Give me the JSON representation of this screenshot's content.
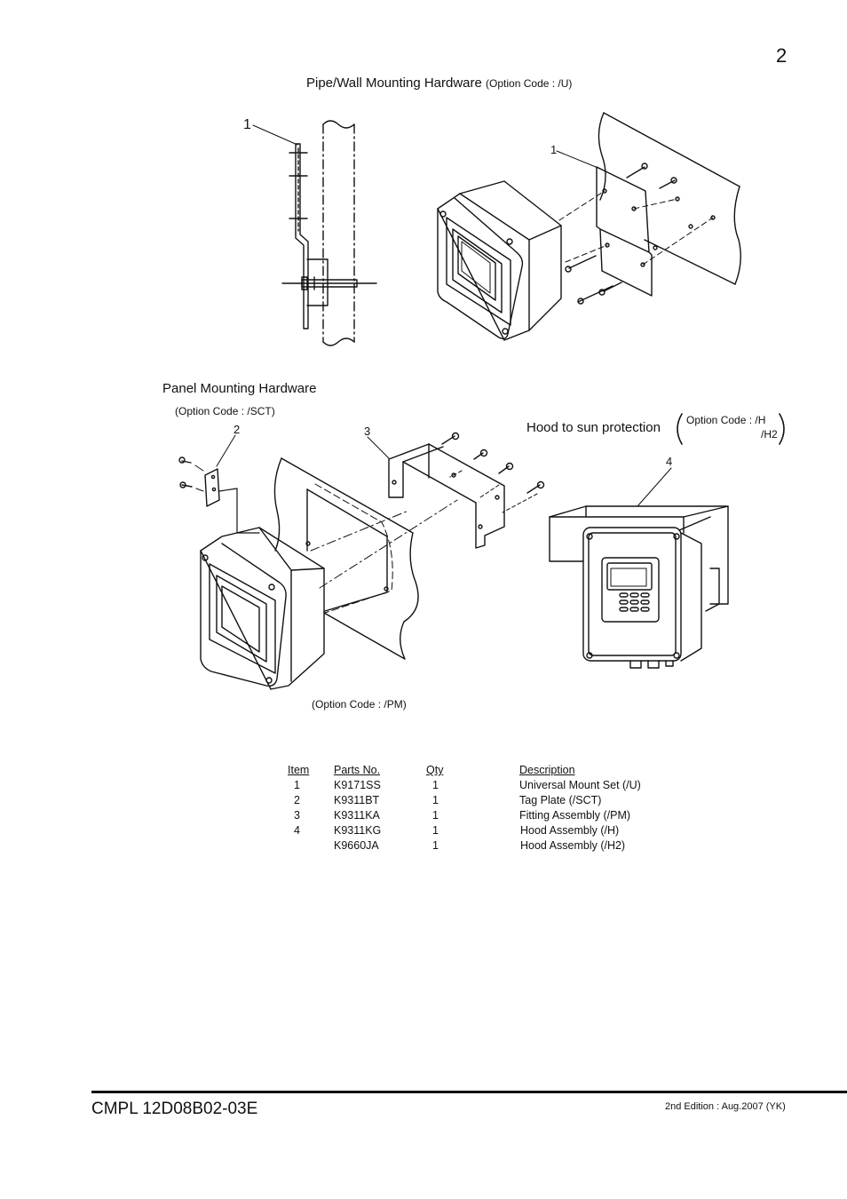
{
  "page_number": "2",
  "pipe_wall": {
    "title": "Pipe/Wall Mounting Hardware",
    "option": "(Option Code : /U)"
  },
  "panel": {
    "title": "Panel Mounting Hardware",
    "option_sct": "(Option Code : /SCT)",
    "option_pm": "(Option Code : /PM)"
  },
  "hood": {
    "title": "Hood to sun protection",
    "option_line1": "Option Code : /H",
    "option_line2": "/H2"
  },
  "callouts": {
    "c1a": "1",
    "c1b": "1",
    "c2": "2",
    "c3": "3",
    "c4": "4"
  },
  "parts_table": {
    "headers": {
      "item": "Item",
      "parts_no": "Parts No.",
      "qty": "Qty",
      "description": "Description"
    },
    "rows": [
      {
        "item": "1",
        "parts_no": "K9171SS",
        "qty": "1",
        "description": "Universal Mount Set (/U)"
      },
      {
        "item": "2",
        "parts_no": "K9311BT",
        "qty": "1",
        "description": "Tag Plate (/SCT)"
      },
      {
        "item": "3",
        "parts_no": "K9311KA",
        "qty": "1",
        "description": "Fitting Assembly (/PM)"
      },
      {
        "item": "4",
        "parts_no": "K9311KG",
        "qty": "1",
        "description": "Hood Assembly (/H)"
      },
      {
        "item": "",
        "parts_no": "K9660JA",
        "qty": "1",
        "description": "Hood Assembly (/H2)"
      }
    ]
  },
  "footer": {
    "doc_number": "CMPL 12D08B02-03E",
    "edition": "2nd Edition : Aug.2007 (YK)"
  }
}
